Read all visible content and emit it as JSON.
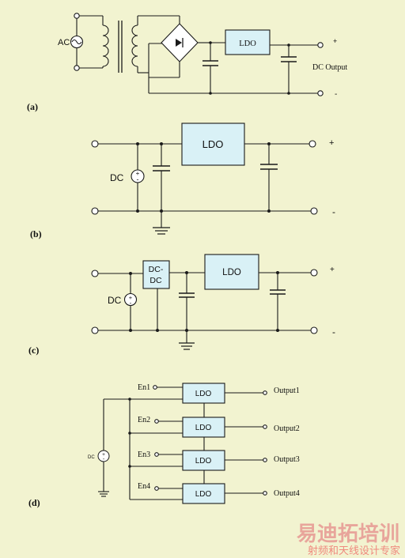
{
  "panel_a": {
    "label": "(a)",
    "ac_label": "AC",
    "ldo_label": "LDO",
    "out_label": "DC Output",
    "plus": "+",
    "minus": "-"
  },
  "panel_b": {
    "label": "(b)",
    "dc_label": "DC",
    "ldo_label": "LDO",
    "plus": "+",
    "minus": "-"
  },
  "panel_c": {
    "label": "(c)",
    "dc_label": "DC",
    "dcdc_line1": "DC-",
    "dcdc_line2": "DC",
    "ldo_label": "LDO",
    "plus": "+",
    "minus": "-"
  },
  "panel_d": {
    "label": "(d)",
    "dc_label": "DC",
    "channels": [
      {
        "enable": "En1",
        "ldo": "LDO",
        "output": "Output1"
      },
      {
        "enable": "En2",
        "ldo": "LDO",
        "output": "Output2"
      },
      {
        "enable": "En3",
        "ldo": "LDO",
        "output": "Output3"
      },
      {
        "enable": "En4",
        "ldo": "LDO",
        "output": "Output4"
      }
    ]
  },
  "watermark": {
    "brand": "易迪拓培训",
    "tagline": "射频和天线设计专家"
  }
}
